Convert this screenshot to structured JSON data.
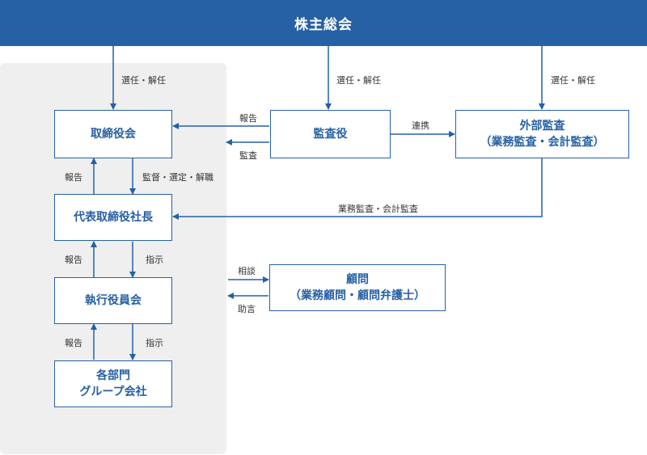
{
  "top": {
    "title": "株主総会"
  },
  "nodes": {
    "board": "取締役会",
    "auditor": "監査役",
    "external_audit": {
      "line1": "外部監査",
      "line2": "（業務監査・会計監査）"
    },
    "ceo": "代表取締役社長",
    "exec": "執行役員会",
    "advisor": {
      "line1": "顧問",
      "line2": "（業務顧問・顧問弁護士）"
    },
    "depts": {
      "line1": "各部門",
      "line2": "グループ会社"
    }
  },
  "labels": {
    "appoint_board": "選任・解任",
    "appoint_auditor": "選任・解任",
    "appoint_external": "選任・解任",
    "report_to_board": "報告",
    "audit_board": "監査",
    "cooperation": "連携",
    "supervise": "監督・選定・解職",
    "ceo_report": "報告",
    "external_to_ceo": "業務監査・会計監査",
    "instruct_exec": "指示",
    "exec_report": "報告",
    "consult": "相談",
    "advice": "助言",
    "instruct_depts": "指示",
    "depts_report": "報告"
  },
  "colors": {
    "primary": "#2660a5",
    "panel": "#efefef"
  }
}
